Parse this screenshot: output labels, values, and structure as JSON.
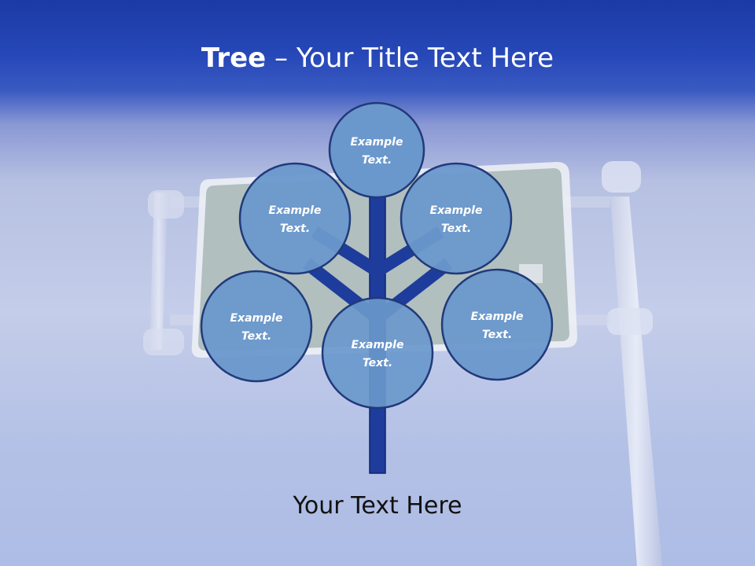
{
  "header": {
    "title_bold": "Tree",
    "title_rest": " – Your Title Text Here"
  },
  "footer": {
    "text": "Your Text Here"
  },
  "nodes": [
    {
      "line1": "Example",
      "line2": "Text."
    },
    {
      "line1": "Example",
      "line2": "Text."
    },
    {
      "line1": "Example",
      "line2": "Text."
    },
    {
      "line1": "Example",
      "line2": "Text."
    },
    {
      "line1": "Example",
      "line2": "Text."
    },
    {
      "line1": "Example",
      "line2": "Text."
    }
  ],
  "colors": {
    "trunk": "#1e3c9c",
    "node_fill": "#6a98cc",
    "node_stroke": "#213a7a",
    "sign": "#aab9b6"
  }
}
